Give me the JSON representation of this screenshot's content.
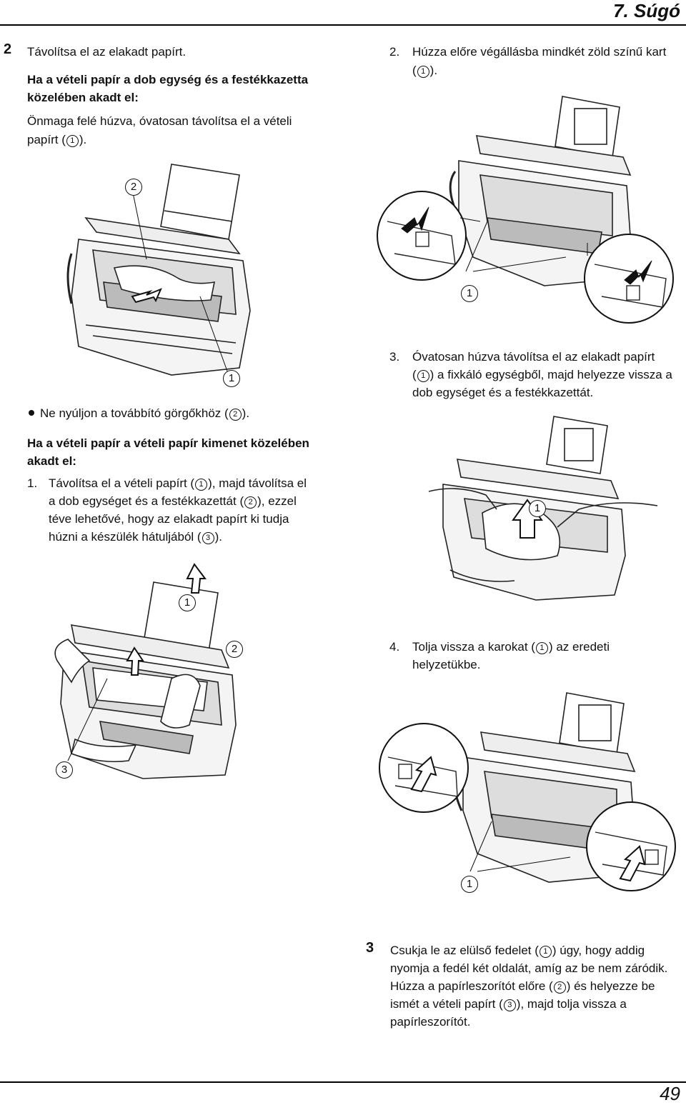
{
  "header": {
    "section": "7. Súgó"
  },
  "footer": {
    "page_number": "49"
  },
  "left": {
    "step2_num": "2",
    "step2_title": "Távolítsa el az elakadt papírt.",
    "case1_heading_l1": "Ha a vételi papír a dob egység és a festékkazetta",
    "case1_heading_l2": "közelében akadt el:",
    "case1_body_l1": "Önmaga felé húzva, óvatosan távolítsa el a vételi",
    "case1_body_l2a": "papírt (",
    "case1_body_l2b": ").",
    "fig1_callouts": [
      "2",
      "1"
    ],
    "bullet_text_a": "Ne nyúljon a továbbító görgőkhöz (",
    "bullet_text_b": ").",
    "case2_heading_l1": "Ha a vételi papír a vételi papír kimenet közelében",
    "case2_heading_l2": "akadt el:",
    "sub1_num": "1.",
    "sub1_l1a": "Távolítsa el a vételi papírt (",
    "sub1_l1b": "), majd távolítsa el",
    "sub1_l2a": "a dob egységet és a festékkazettát (",
    "sub1_l2b": "), ezzel",
    "sub1_l3": "téve lehetővé, hogy az elakadt papírt ki tudja",
    "sub1_l4a": "húzni a készülék hátuljából (",
    "sub1_l4b": ").",
    "fig2_callouts": [
      "1",
      "2",
      "3"
    ]
  },
  "right": {
    "sub2_num": "2.",
    "sub2_l1": "Húzza előre végállásba mindkét zöld színű kart",
    "sub2_l2a": "(",
    "sub2_l2b": ").",
    "fig3_callouts": [
      "1"
    ],
    "sub3_num": "3.",
    "sub3_l1": "Óvatosan húzva távolítsa el az elakadt papírt",
    "sub3_l2a": "(",
    "sub3_l2b": ") a fixkáló egységből, majd helyezze vissza a",
    "sub3_l3": "dob egységet és a festékkazettát.",
    "fig4_callouts": [
      "1"
    ],
    "sub4_num": "4.",
    "sub4_l1a": "Tolja vissza a karokat (",
    "sub4_l1b": ") az eredeti",
    "sub4_l2": "helyzetükbe.",
    "fig5_callouts": [
      "1"
    ],
    "step3_num": "3",
    "step3_l1a": "Csukja le az elülső fedelet (",
    "step3_l1b": ") úgy, hogy addig",
    "step3_l2": "nyomja a fedél két oldalát, amíg az be nem záródik.",
    "step3_l3a": "Húzza a papírleszorítót előre (",
    "step3_l3b": ") és helyezze be",
    "step3_l4a": "ismét a vételi papírt (",
    "step3_l4b": "), majd tolja vissza a",
    "step3_l5": "papírleszorítót."
  },
  "markers": {
    "m1": "1",
    "m2": "2",
    "m3": "3"
  }
}
